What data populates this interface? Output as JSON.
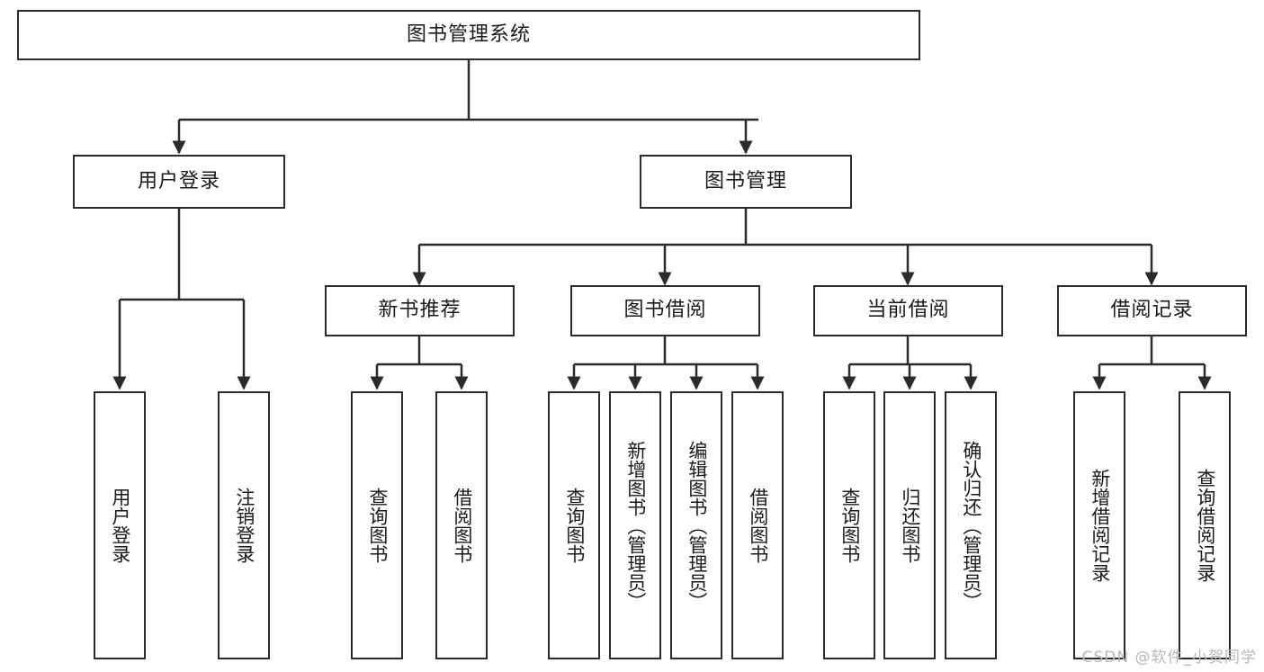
{
  "diagram": {
    "title": "图书管理系统",
    "type": "tree-hierarchy-diagram",
    "orientation": "top-down",
    "colors": {
      "box_border": "#2b2b2b",
      "box_fill": "#ffffff",
      "connector": "#2b2b2b",
      "text": "#1a1a1a",
      "watermark": "#b8b8b8",
      "canvas": "#ffffff"
    },
    "root": {
      "label": "图书管理系统",
      "name": "node-root-system"
    },
    "level2": [
      {
        "label": "用户登录",
        "name": "node-user-login"
      },
      {
        "label": "图书管理",
        "name": "node-book-management"
      }
    ],
    "level3": [
      {
        "label": "新书推荐",
        "name": "node-new-book-recommendation"
      },
      {
        "label": "图书借阅",
        "name": "node-book-borrow"
      },
      {
        "label": "当前借阅",
        "name": "node-current-borrow"
      },
      {
        "label": "借阅记录",
        "name": "node-borrow-records"
      }
    ],
    "leaves": [
      {
        "label": "用户登录",
        "name": "leaf-user-login",
        "parent": "用户登录"
      },
      {
        "label": "注销登录",
        "name": "leaf-user-logout",
        "parent": "用户登录"
      },
      {
        "label": "查询图书",
        "name": "leaf-query-book-newbook",
        "parent": "新书推荐"
      },
      {
        "label": "借阅图书",
        "name": "leaf-borrow-book-newbook",
        "parent": "新书推荐"
      },
      {
        "label": "查询图书",
        "name": "leaf-query-book-borrow",
        "parent": "图书借阅"
      },
      {
        "label": "新增图书（管理员）",
        "name": "leaf-add-book-admin",
        "parent": "图书借阅"
      },
      {
        "label": "编辑图书（管理员）",
        "name": "leaf-edit-book-admin",
        "parent": "图书借阅"
      },
      {
        "label": "借阅图书",
        "name": "leaf-borrow-book",
        "parent": "图书借阅"
      },
      {
        "label": "查询图书",
        "name": "leaf-query-book-current",
        "parent": "当前借阅"
      },
      {
        "label": "归还图书",
        "name": "leaf-return-book",
        "parent": "当前借阅"
      },
      {
        "label": "确认归还（管理员）",
        "name": "leaf-confirm-return-admin",
        "parent": "当前借阅"
      },
      {
        "label": "新增借阅记录",
        "name": "leaf-add-borrow-record",
        "parent": "借阅记录"
      },
      {
        "label": "查询借阅记录",
        "name": "leaf-query-borrow-record",
        "parent": "借阅记录"
      }
    ]
  },
  "watermark": {
    "text": "CSDN @软件_小贺同学"
  }
}
